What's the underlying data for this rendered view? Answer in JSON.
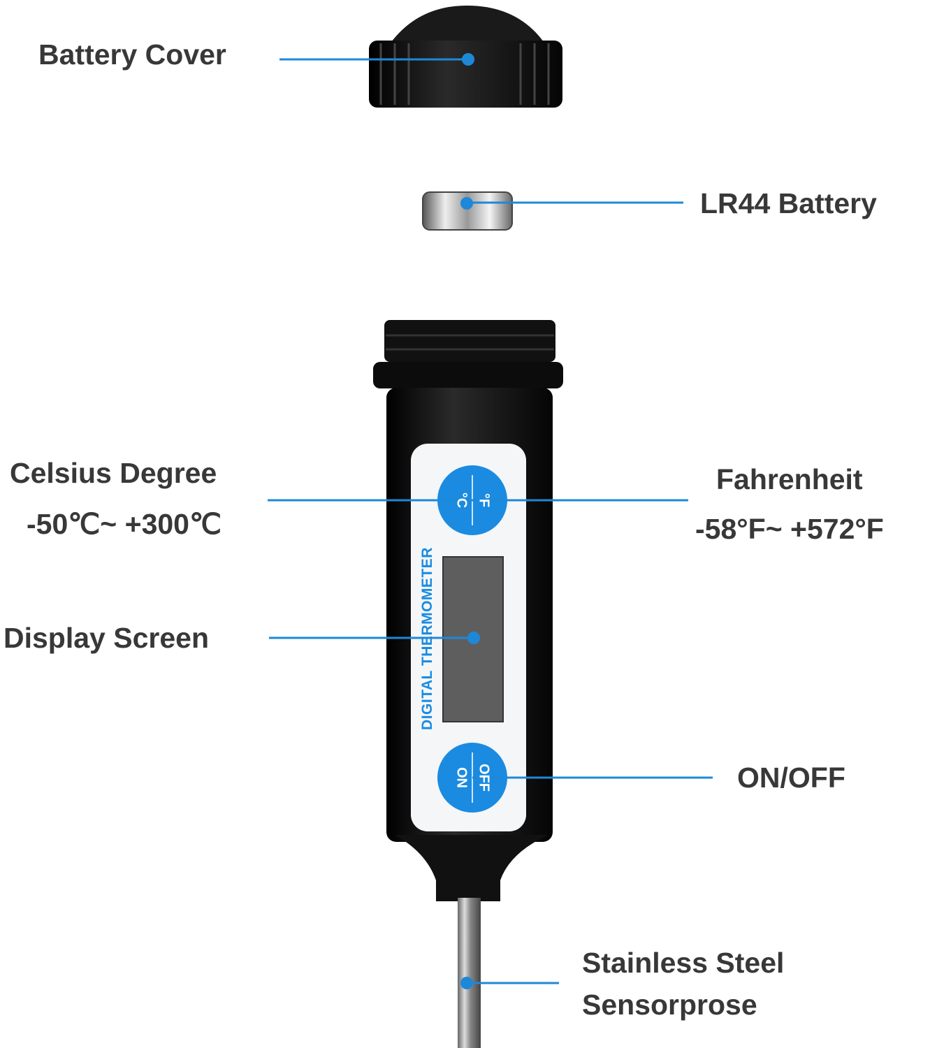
{
  "labels": {
    "battery_cover": "Battery Cover",
    "battery": "LR44 Battery",
    "celsius_title": "Celsius Degree",
    "celsius_range": "-50℃~ +300℃",
    "fahrenheit_title": "Fahrenheit",
    "fahrenheit_range": "-58°F~ +572°F",
    "display_screen": "Display Screen",
    "on_off": "ON/OFF",
    "probe_line1": "Stainless Steel",
    "probe_line2": "Sensorprose"
  },
  "device": {
    "brand_text": "DIGITAL THERMOMETER",
    "unit_button": {
      "top": "°C",
      "bottom": "°F"
    },
    "power_button": {
      "top": "ON",
      "bottom": "OFF"
    }
  },
  "colors": {
    "leader_line": "#1e88d8",
    "button": "#1a8be0",
    "text": "#383838",
    "body": "#111111"
  }
}
